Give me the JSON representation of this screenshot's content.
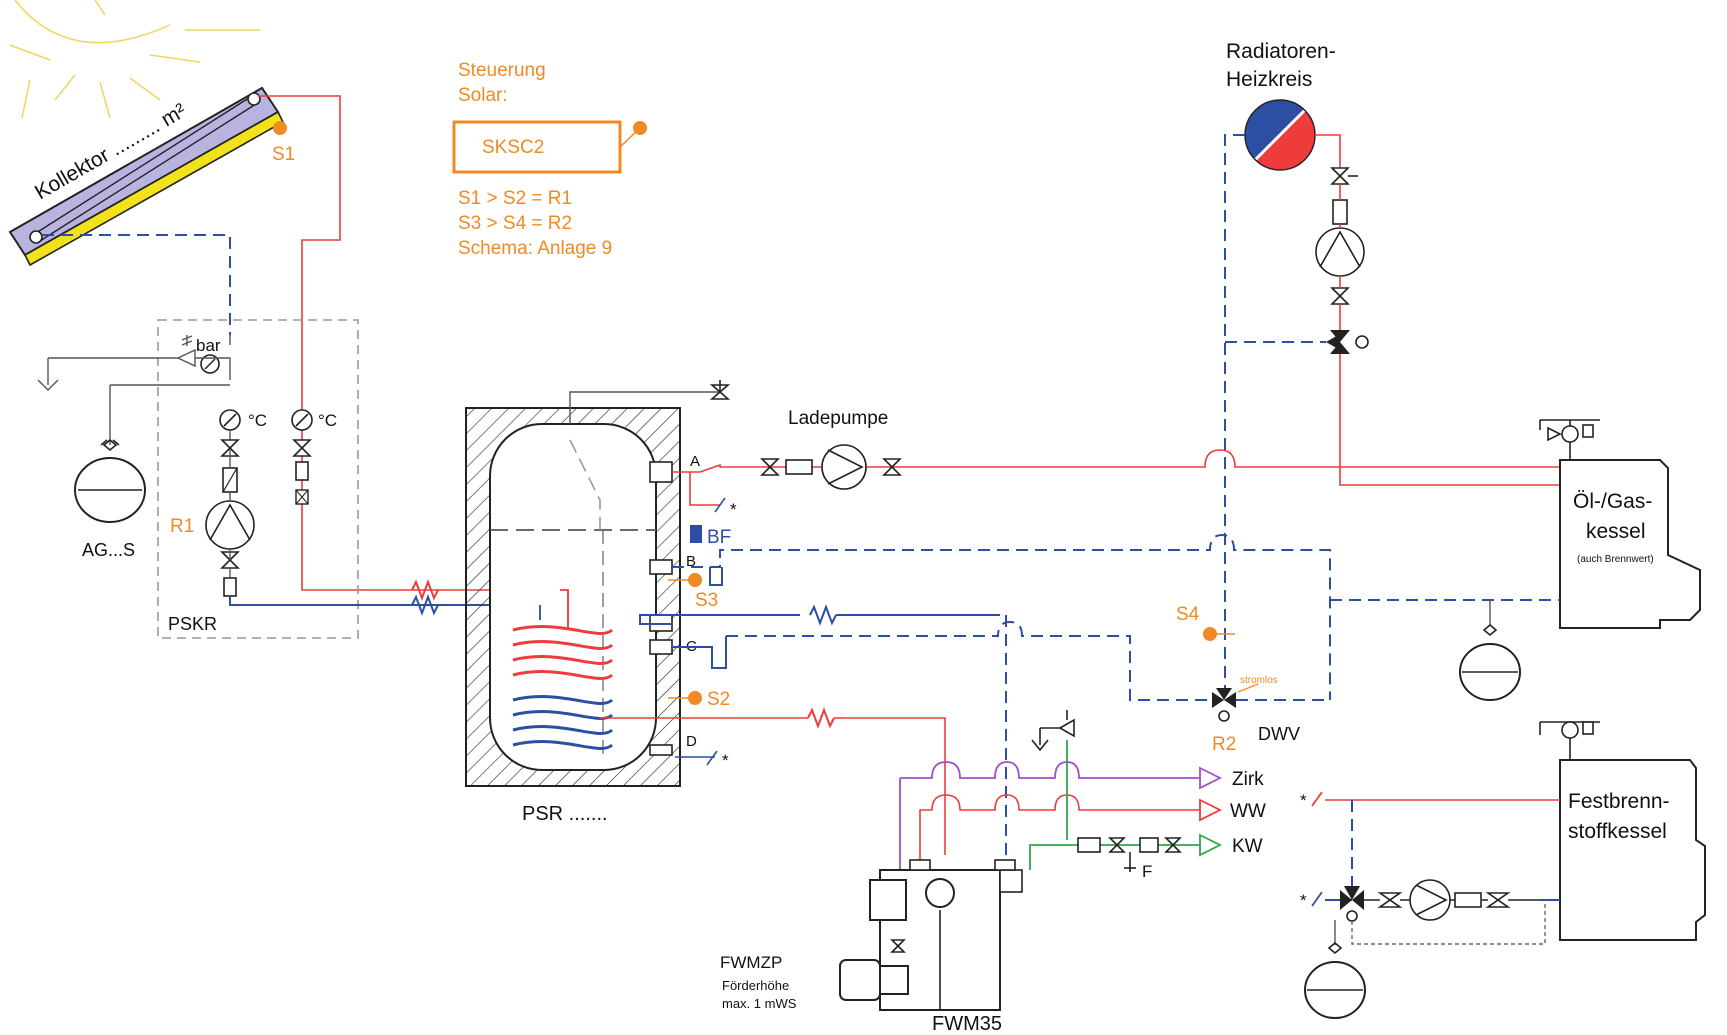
{
  "collector": {
    "label": "Kollektor ......... m²",
    "sensor": "S1"
  },
  "control": {
    "title": "Steuerung\nSolar:",
    "title_line1": "Steuerung",
    "title_line2": "Solar:",
    "box_label": "SKSC2",
    "rule1": "S1 > S2 = R1",
    "rule2": "S3 > S4 = R2",
    "schema": "Schema: Anlage 9"
  },
  "station": {
    "label": "PSKR",
    "pump": "R1",
    "expansion": "AG...S",
    "bar": "bar",
    "deg1": "°C",
    "deg2": "°C"
  },
  "storage": {
    "label": "PSR .......",
    "port_a": "A",
    "port_b": "B",
    "port_c": "C",
    "port_d": "D",
    "bf": "BF",
    "s3": "S3",
    "s2": "S2",
    "star1": "*",
    "star2": "*"
  },
  "charge_pump": {
    "label": "Ladepumpe"
  },
  "radiator": {
    "line1": "Radiatoren-",
    "line2": "Heizkreis"
  },
  "boiler": {
    "line1": "Öl-/Gas-",
    "line2": "kessel",
    "note": "(auch Brennwert)"
  },
  "valve": {
    "s4": "S4",
    "r2": "R2",
    "dwv": "DWV",
    "stromlos": "stromlos"
  },
  "fwm": {
    "zirk": "Zirk",
    "ww": "WW",
    "kw": "KW",
    "f": "F",
    "module": "FWM35",
    "fwmzp": "FWMZP",
    "head1": "Förderhöhe",
    "head2": "max. 1 mWS"
  },
  "solid_boiler": {
    "line1": "Festbrenn-",
    "line2": "stoffkessel",
    "star": "*",
    "star2": "*"
  },
  "colors": {
    "orange": "#f08a24",
    "hot_red": "#ee3b3b",
    "cold_blue": "#2c4fa3",
    "circulation_purple": "#a24fc9",
    "cold_water_green": "#2ea84a",
    "collector_yellow": "#f1e21b",
    "collector_lavender": "#b9b3e0"
  }
}
